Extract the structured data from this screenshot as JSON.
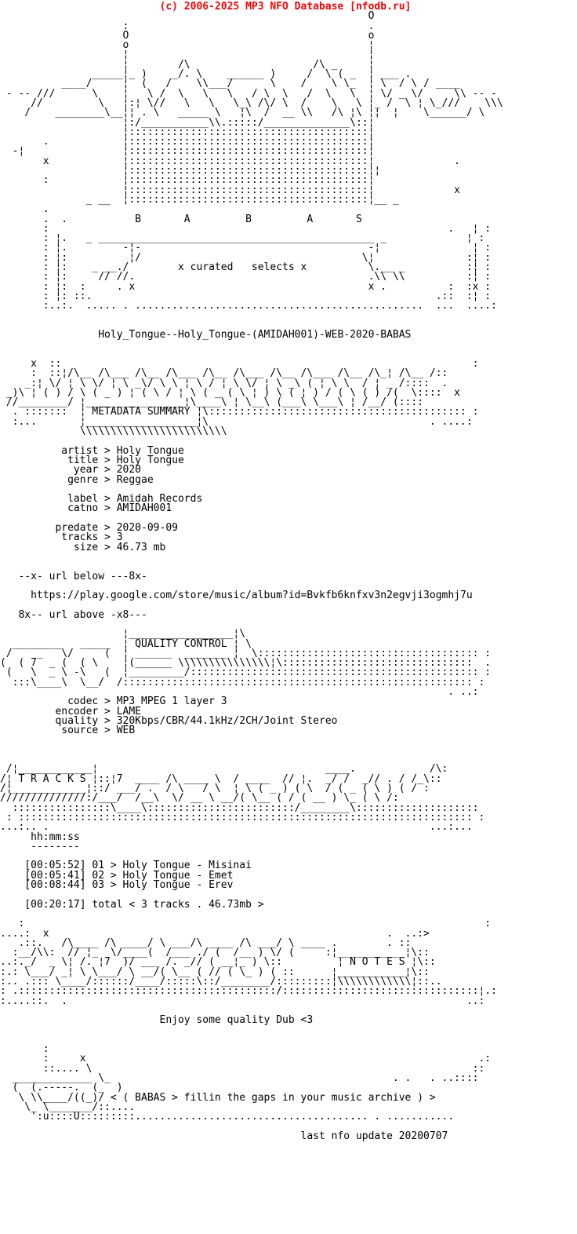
{
  "page": {
    "background": "#ffffff",
    "text_color": "#000000",
    "header_color": "#ff0000"
  },
  "header": {
    "copyright": "(c) 2006-2025 MP3 NFO Database [nfodb.ru]"
  },
  "release": {
    "dirname": "Holy_Tongue--Holy_Tongue-(AMIDAH001)-WEB-2020-BABAS",
    "group": "BABAS",
    "group_letters": "B       A         B         A       S",
    "tagline": "x curated   selects x"
  },
  "sections": {
    "metadata_title": "METADATA SUMMARY",
    "quality_title": "QUALITY CONTROL",
    "tracks_title": "T R A C K S",
    "notes_title": "N O T E S"
  },
  "metadata": {
    "artist": "Holy Tongue",
    "title": "Holy Tongue",
    "year": "2020",
    "genre": "Reggae",
    "label": "Amidah Records",
    "catno": "AMIDAH001",
    "predate": "2020-09-09",
    "tracks": "3",
    "size": "46.73 mb"
  },
  "url": {
    "marker_top": "--x- url below ---8x-",
    "link": "https://play.google.com/store/music/album?id=Bvkfb6knfxv3n2egvji3ogmhj7u",
    "marker_bottom": "8x-- url above -x8---"
  },
  "quality": {
    "codec": "MP3 MPEG 1 layer 3",
    "encoder": "LAME",
    "quality": "320Kbps/CBR/44.1kHz/2CH/Joint Stereo",
    "source": "WEB"
  },
  "tracklist": {
    "time_format": "hh:mm:ss",
    "tracks": [
      {
        "duration": "00:05:52",
        "number": "01",
        "artist": "Holy Tongue",
        "title": "Misinai"
      },
      {
        "duration": "00:05:41",
        "number": "02",
        "artist": "Holy Tongue",
        "title": "Emet"
      },
      {
        "duration": "00:08:44",
        "number": "03",
        "artist": "Holy Tongue",
        "title": "Erev"
      }
    ],
    "total_duration": "00:20:17",
    "total_summary": "total < 3 tracks . 46.73mb >"
  },
  "notes": {
    "message": "Enjoy some quality Dub <3"
  },
  "footer": {
    "slogan": "< ( BABAS > fillin the gaps in your music archive ) >",
    "last_update": "last nfo update 20200707"
  },
  "ascii": {
    "header_line": [
      "                          (c) 2006-2025 MP3 NFO Database [nfodb.ru]"
    ],
    "top_art": [
      "                                                            O",
      "                    :                                       .",
      "                    O                                       o",
      "                    o                                       ¦",
      "                    ¦                                       ¦",
      "                    ¦        /\\                    /\\ _     ¦",
      "               _____¦_ )    _/. \\    ______ )     /  \\ ( _  ¦ ___ .",
      "          ____/     ¦  (   /    \\\\___/      \\    /    \\ \\_  ¦ \\  / \\ / ____",
      " - -- ///      \\    ¦   \\ /  \\   \\   \\   / \\  \\   /  \\   \\  ¦ \\/ _ \\/     \\\\ -- -",
      "     //         \\   ¦:¦ \\//   \\   \\   \\_\\ /\\/ \\  /    \\   \\ ¦_ /  \\ ¦ \\_///    \\\\\\",
      "    /    ________\\__¦¦ . \\   _____ \\   ¦\\  /  __ \\\\   /\\ ¦\\ ¦¦  ¦    \\______/ \\",
      "                    ¦:/___________\\\\.:::::/______________\\::¦",
      "                    ¦:::::::::::::::::::::::::::::::::::::::¦",
      "       .            ¦:::::::::::::::::::::::::::::::::::::::¦",
      "  -¦                ¦:::::::::::::::::::::::::::::::::::::::¦",
      "       x            ¦:::::::::::::::::::::::::::::::::::::::¦             .",
      "                    ¦:::::::::::::::::::::::::::::::::::::::¦¦",
      "       :            ¦:::::::::::::::::::::::::::::::::::::::¦",
      "                    ¦:::::::::::::::::::::::::::::::::::::::¦             x",
      "              _ __  ¦:::::::::::::::::::::::::::::::::::::::¦__ _",
      "       .",
      "       .  .           B       A         B         A       S",
      "       :                                                                 .   ¦ :",
      "       : ¦.   _ _____________________________________________ _             ¦ :",
      "       : ¦.         -¦-                                     -¦               ¦ :",
      "       : ¦:          ¦/                                    \\¦               :¦ :",
      "       : ¦:    _ __./        x curated   selects x          \\.__ _          :¦ :",
      "       : ¦:     // //.                                      .\\\\ \\\\          :¦ :",
      "       : ¦:  :     . x                                      x .          :  :x :",
      "       : ¦: ::.                                                        .::  :¦ :",
      "       :..:.  ..... . ...............................................  ...  ....:",
      "",
      "",
      ""
    ],
    "release_line": [
      "                Holy_Tongue--Holy_Tongue-(AMIDAH001)-WEB-2020-BABAS"
    ],
    "metadata_art": [
      "",
      "",
      "     x  ::                                                                   :",
      "     :  ::¦/\\__ /\\___ /\\__ /\\___ /\\__ /\\___ /\\__ /\\___ /\\__ /\\_¦ /\\__ /::",
      "    _:¦ \\/ ¦ \\ \\/ ¦ \\ _\\/ \\ \\ ¦ \\ / ¦ \\ \\/ ¦ \\ _\\ ( ¦ \\ \\  / ¦ _ /::::  .",
      " _)\\ ¦ ( ) / \\ ( _ ) ¦ ( \\ / ¦ \\ ( _ ( \\ ¦ ) \\ ( ¦ ) / ( \\ ( ) /(  \\::::  x",
      " //________/ ¦________________¦\\____\\ ¦ \\__\\ (___\\ \\___\\ ¦ /__/ (::::",
      "  . :::::::  ¦ METADATA SUMMARY ¦\\:::::::::::::::::::::::::::::::::::::::::: :",
      "  :...       ¦__________________¦\\                                    . ....:",
      "             \\\\\\\\\\\\\\\\\\\\\\\\\\\\\\\\\\\\\\\\\\\\\\\\",
      "",
      ""
    ],
    "metadata_fields": [
      "          artist > Holy Tongue",
      "           title > Holy Tongue",
      "            year > 2020",
      "           genre > Reggae",
      "",
      "           label > Amidah Records",
      "           catno > AMIDAH001",
      "",
      "         predate > 2020-09-09",
      "          tracks > 3",
      "            size > 46.73 mb"
    ],
    "url_block": [
      "",
      "",
      "   --x- url below ---8x-",
      "",
      "     https://play.google.com/store/music/album?id=Bvkfb6knfxv3n2egvji3ogmhj7u",
      "",
      "   8x-- url above -x8---",
      "",
      ""
    ],
    "quality_art": [
      "                    ¦_________________¦\\",
      "  ________   _____  ¦ QUALITY CONTROL ¦ \\",
      " /    _   \\/     (  ¦ ______  _______ ¦  \\:::::::::::::::::::::::::::::::::::: :",
      "(  ( 7  _ (  ( \\    ¦(______ \\\\\\\\\\\\\\\\\\\\\\\\\\\\\\¦\\:::::::::::::::::::::::::::::::  .",
      " (   \\  _ \\ -\\   (  ¦_________/::::::::::::::::::::::::::::::::::::::::::::::: :",
      "  :::\\____\\  \\__/  /::::::::::::::::::::::::::::::::::::::::::::::::::::::::: :",
      "                                                                         . ..:",
      ""
    ],
    "quality_fields": [
      "           codec > MP3 MPEG 1 layer 3",
      "         encoder > LAME",
      "         quality > 320Kbps/CBR/44.1kHz/2CH/Joint Stereo",
      "          source > WEB"
    ],
    "tracks_art": [
      "",
      "",
      "",
      " /¦____________¦                                     ____.            /\\:",
      "/¦ T R A C K S ¦::¦7  ____ /\\ ____ \\  / ____  // ¦.  _/ /  _// . / /_\\::",
      "/¦____________¦::/ ___/ .  / \\   / \\  ¦ \\ ( _ ) ( \\  / ( _ ( \\ ) ( / :",
      "//////////////:/___/  /__\\  \\/ __ \\ __/( \\__ ( / ( __ ) \\_ ( \\ /:",
      "  ::::::::::::::::\\____\\::::::::::::::::::::::::/________\\::::::::::::::::::::",
      " : :::::::::::::::::::::::::::::::::::::::::::::::::::::::::::::::::::::::::: :",
      "...:.. .                                                              ...:...",
      ""
    ],
    "track_list": [
      "     hh:mm:ss",
      "     --------",
      "",
      "    [00:05:52] 01 > Holy Tongue - Misinai",
      "    [00:05:41] 02 > Holy Tongue - Emet",
      "    [00:08:44] 03 > Holy Tongue - Erev",
      "",
      "    [00:20:17] total < 3 tracks . 46.73mb >"
    ],
    "notes_art": [
      "",
      "   :                                                                           :",
      "....:  x                                                       .  ..:>",
      "   .::.   /\\____ /\\ ____/ \\ ___/\\ ____ /\\ ___/ \\ ____ .        . ::",
      "  :__/\\\\:  // ¦_  \\/____(  /___ ./ (  /__ ) \\/ (     :¦___________¦\\::",
      "..:._/  _ \\¦ /. ¦7  )/ ___ /. _// ( __¦_ ) \\::         ¦ N O T E S ¦\\::",
      ":.: \\___/ _¦ \\ \\___/ \\ __/( \\__ ( // ( \\_ ) ( ::      ¦___________¦\\::",
      ":.. .::: \\____/::::::/____/:::::\\::/________/:::::::::¦\\\\\\\\\\\\\\\\\\\\\\\\¦::..",
      ": .::::::::::::::::::::::::::::::::::::::::::/::::::::::::::::::::::::::::::::¦.:",
      ":....::.  .                                                                 ..:"
    ],
    "notes_message": [
      "",
      "                          Enjoy some quality Dub <3"
    ],
    "footer_art": [
      "",
      "",
      "       :",
      "       :     x                                                                .:",
      "       ::.... \\                                                              ::",
      "  _____________ \\_                                              . .   . ..::::",
      "  (  (.-----.  (_  )",
      "   \\ \\\\____/((_)/ < ( BABAS > fillin the gaps in your music archive ) >",
      "    \\_ \\_______/::....",
      "     ':u::::U:::::::::...................................... . ..........."
    ],
    "update_line": [
      "",
      "                                                 last nfo update 20200707"
    ]
  }
}
